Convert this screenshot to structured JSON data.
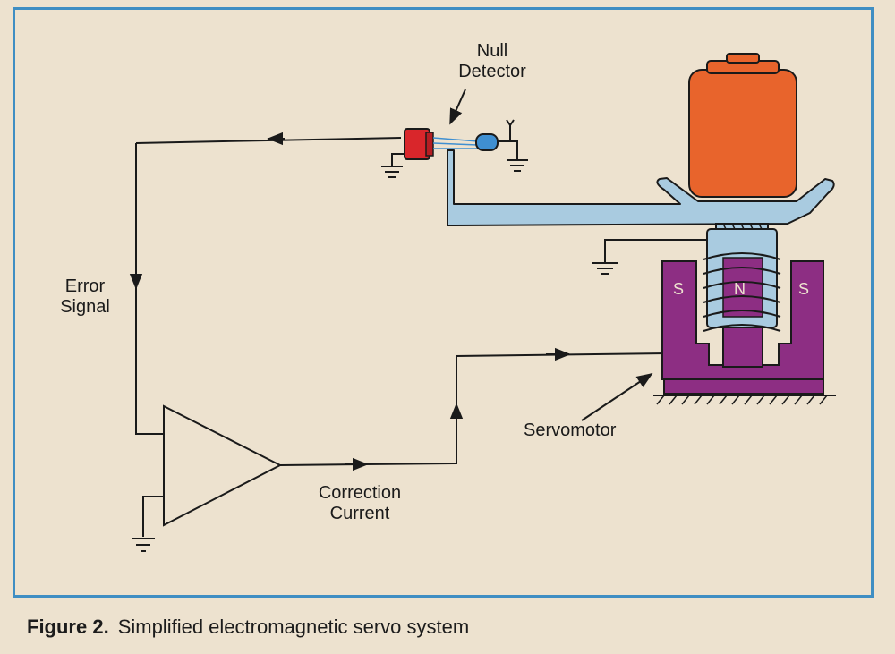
{
  "labels": {
    "null_detector_line1": "Null",
    "null_detector_line2": "Detector",
    "error_signal_line1": "Error",
    "error_signal_line2": "Signal",
    "servomotor": "Servomotor",
    "correction_line1": "Correction",
    "correction_line2": "Current",
    "magnet_s_left": "S",
    "magnet_n": "N",
    "magnet_s_right": "S"
  },
  "caption": {
    "figure_number": "Figure 2.",
    "text": "Simplified electromagnetic servo system"
  },
  "colors": {
    "frame": "#3f8ec3",
    "background": "#ede2cf",
    "weight": "#e8642c",
    "pan": "#a9cbe0",
    "magnet": "#8d2e83",
    "detector_red": "#d9262b",
    "detector_blue": "#3f8fd1",
    "line": "#1a1a1a"
  }
}
